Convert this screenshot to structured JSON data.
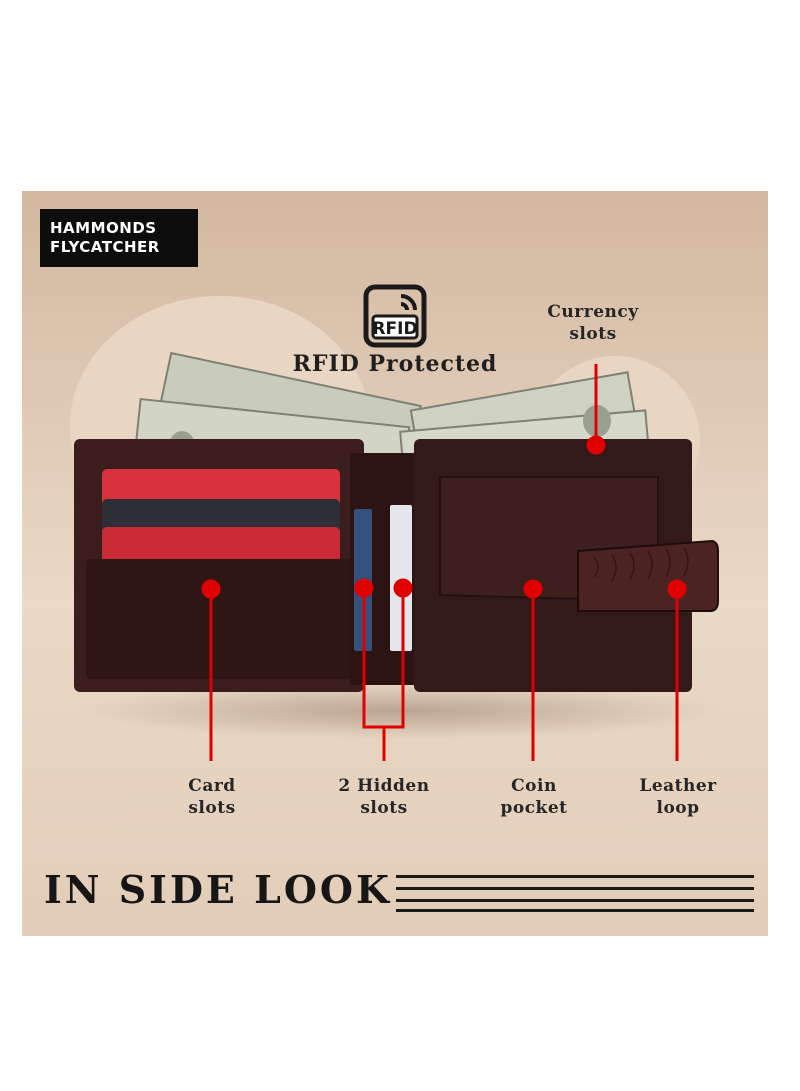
{
  "brand": {
    "line1": "HAMMONDS",
    "line2": "FLYCATCHER"
  },
  "badge": {
    "icon_text": "RFID",
    "label": "RFID Protected"
  },
  "callouts": {
    "currency": [
      "Currency",
      "slots"
    ],
    "card": [
      "Card",
      "slots"
    ],
    "hidden": [
      "2 Hidden",
      "slots"
    ],
    "coin": [
      "Coin",
      "pocket"
    ],
    "loop": [
      "Leather",
      "loop"
    ]
  },
  "heading": "IN SIDE LOOK",
  "colors": {
    "marker": "#e00000",
    "leather": "#3a1d1c",
    "panel": "#e4d0bc"
  }
}
